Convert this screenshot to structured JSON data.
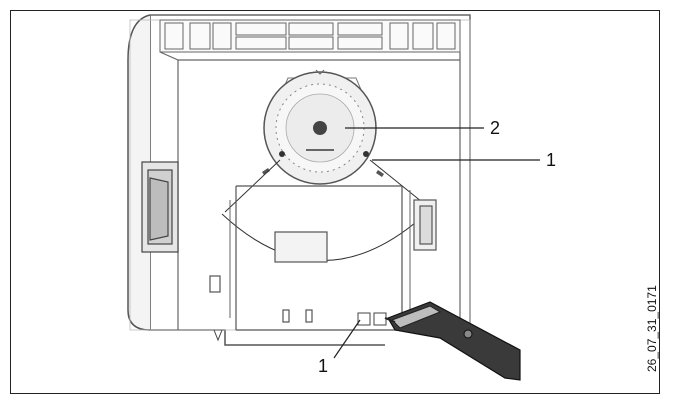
{
  "figure": {
    "callouts": {
      "label_2": "2",
      "label_1_right": "1",
      "label_1_bottom": "1"
    },
    "figure_code": "26_07_31_0171"
  }
}
